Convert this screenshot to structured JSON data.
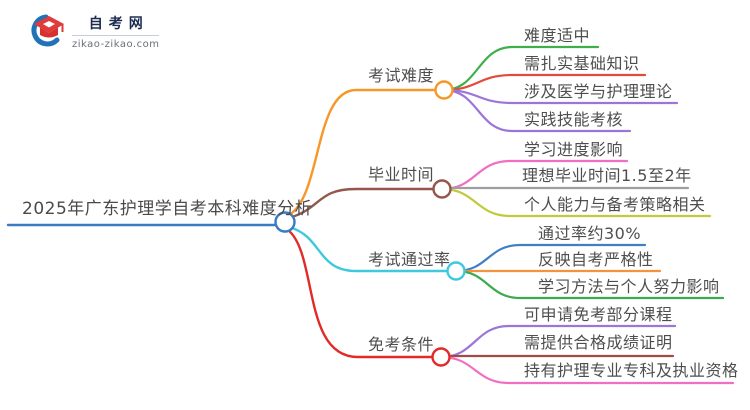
{
  "logo": {
    "site_name": "自考网",
    "site_url": "zikao-zikao.com"
  },
  "central_topic": {
    "label": "2025年广东护理学自考本科难度分析",
    "color": "#3a7cc0"
  },
  "text_color": "#4e4e4e",
  "branches": [
    {
      "label": "考试难度",
      "color": "#f79728",
      "children": [
        {
          "label": "难度适中",
          "color": "#3cb04a"
        },
        {
          "label": "需扎实基础知识",
          "color": "#e24a39"
        },
        {
          "label": "涉及医学与护理理论",
          "color": "#9b76d8"
        },
        {
          "label": "实践技能考核",
          "color": "#9b76d8"
        }
      ]
    },
    {
      "label": "毕业时间",
      "color": "#95564b",
      "children": [
        {
          "label": "学习进度影响",
          "color": "#f16ec5"
        },
        {
          "label": "理想毕业时间1.5至2年",
          "color": "#9f9f9f"
        },
        {
          "label": "个人能力与备考策略相关",
          "color": "#c3c93c"
        }
      ]
    },
    {
      "label": "考试通过率",
      "color": "#3fc8de",
      "children": [
        {
          "label": "通过率约30%",
          "color": "#3f7fc4"
        },
        {
          "label": "反映自考严格性",
          "color": "#f5923e"
        },
        {
          "label": "学习方法与个人努力影响",
          "color": "#3cab50"
        }
      ]
    },
    {
      "label": "免考条件",
      "color": "#e22a28",
      "children": [
        {
          "label": "可申请免考部分课程",
          "color": "#9b76d8"
        },
        {
          "label": "需提供合格成绩证明",
          "color": "#a14b42"
        },
        {
          "label": "持有护理专业专科及执业资格",
          "color": "#f16ec5"
        }
      ]
    }
  ]
}
